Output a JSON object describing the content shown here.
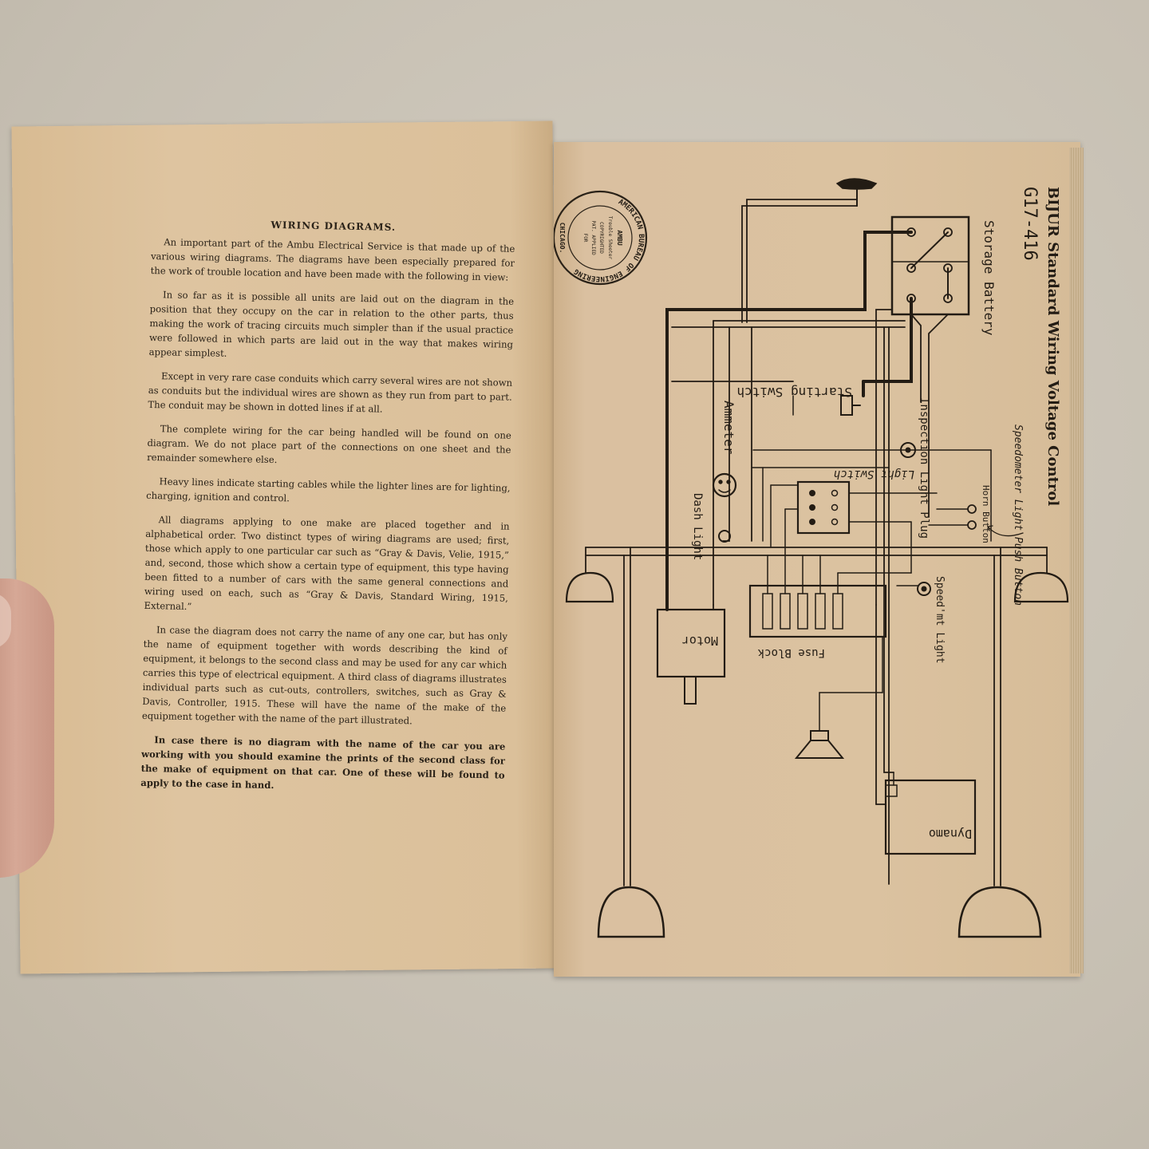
{
  "left_page": {
    "title": "WIRING DIAGRAMS.",
    "paragraphs": [
      "An important part of the Ambu Electrical Service is that made up of the various wiring diagrams. The diagrams have been especially prepared for the work of trouble location and have been made with the following in view:",
      "In so far as it is possible all units are laid out on the diagram in the position that they occupy on the car in relation to the other parts, thus making the work of tracing circuits much simpler than if the usual practice were followed in which parts are laid out in the way that makes wiring appear simplest.",
      "Except in very rare case conduits which carry several wires are not shown as conduits but the individual wires are shown as they run from part to part. The conduit may be shown in dotted lines if at all.",
      "The complete wiring for the car being handled will be found on one diagram. We do not place part of the connections on one sheet and the remainder somewhere else.",
      "Heavy lines indicate starting cables while the lighter lines are for lighting, charging, ignition and control.",
      "All diagrams applying to one make are placed together and in alphabetical order. Two distinct types of wiring diagrams are used; first, those which apply to one particular car such as “Gray & Davis, Velie, 1915,” and, second, those which show a certain type of equipment, this type having been fitted to a number of cars with the same general connections and wiring used on each, such as “Gray & Davis, Standard Wiring, 1915, External.”",
      "In case the diagram does not carry the name of any one car, but has only the name of equipment together with words describing the kind of equipment, it belongs to the second class and may be used for any car which carries this type of electrical equipment. A third class of diagrams illustrates individual parts such as cut-outs, controllers, switches, such as Gray & Davis, Controller, 1915. These will have the name of the make of the equipment together with the name of the part illustrated."
    ],
    "closing_paragraph": "In case there is no diagram with the name of the car you are working with you should examine the prints of the second class for the make of equipment on that car. One of these will be found to apply to the case in hand."
  },
  "right_page": {
    "header": "BIJUR Standard Wiring Voltage Control",
    "code": "G17-416",
    "stamp": {
      "ring_text": "AMERICAN BUREAU OF ENGINEERING",
      "city": "CHICAGO.",
      "center_lines": [
        "AMBU",
        "Trouble Shooter",
        "COPYRIGHTED",
        "PAT. APPLIED",
        "FOR"
      ]
    },
    "labels": {
      "storage_battery": "Storage Battery",
      "starting_switch": "Starting Switch",
      "inspection_plug": "Inspection Light Plug",
      "speedometer_push": "Speedometer Light Push Button",
      "ammeter": "Ammeter",
      "light_switch": "Light Switch",
      "horn_button": "Horn Button",
      "dash_light": "Dash Light",
      "speedometer_light": "Speed'mt Light",
      "fuse_block": "Fuse Block",
      "motor": "Motor",
      "dynamo": "Dynamo"
    }
  },
  "colors": {
    "paper": "#dcc19a",
    "ink": "#231c14",
    "background": "#ccc5b8"
  }
}
